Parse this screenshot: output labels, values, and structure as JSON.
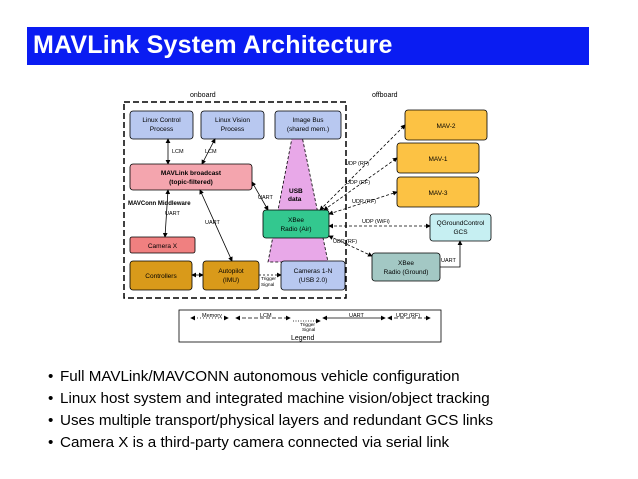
{
  "title": "MAVLink System Architecture",
  "colors": {
    "title_bar": "#0a1cf2",
    "process": "#b8c8f0",
    "broadcast": "#f4a5ae",
    "mav": "#fcc244",
    "xbee": "#33c88f",
    "gcs": "#c6eff2",
    "xbee_ground": "#a3c8c4",
    "camera_x": "#f08080",
    "controllers": "#d99a1a",
    "usb": "#e8a8e8"
  },
  "diagram": {
    "onboard_label": "onboard",
    "offboard_label": "offboard",
    "linux_control_l1": "Linux Control",
    "linux_control_l2": "Process",
    "linux_vision_l1": "Linux Vision",
    "linux_vision_l2": "Process",
    "image_bus_l1": "Image Bus",
    "image_bus_l2": "(shared mem.)",
    "lcm1": "LCM",
    "lcm2": "LCM",
    "broadcast_l1": "MAVLink broadcast",
    "broadcast_l2": "(topic-filtered)",
    "middleware": "MAVConn Middleware",
    "uart_a": "UART",
    "uart_b": "UART",
    "uart_c": "UART",
    "uart_d": "UART",
    "camera_x": "Camera X",
    "controllers": "Controllers",
    "autopilot_l1": "Autopilot",
    "autopilot_l2": "(IMU)",
    "trigger_l1": "Trigger",
    "trigger_l2": "Signal",
    "cameras_l1": "Cameras 1-N",
    "cameras_l2": "(USB 2.0)",
    "usb_l1": "USB",
    "usb_l2": "data",
    "xbee_air_l1": "XBee",
    "xbee_air_l2": "Radio (Air)",
    "mav2": "MAV-2",
    "mav1": "MAV-1",
    "mav3": "MAV-3",
    "udp_rf_1": "UDP (RF)",
    "udp_rf_2": "UDP (RF)",
    "udp_rf_3": "UDP (RF)",
    "udp_rf_4": "UDP (RF)",
    "udp_wifi": "UDP (WiFi)",
    "gcs_l1": "QGroundControl",
    "gcs_l2": "GCS",
    "xbee_ground_l1": "XBee",
    "xbee_ground_l2": "Radio (Ground)",
    "legend": {
      "memory": "Memory",
      "lcm": "LCM",
      "trigger_l1": "Trigger",
      "trigger_l2": "Signal",
      "uart": "UART",
      "udp_rf": "UDP (RF)",
      "title": "Legend"
    }
  },
  "bullets": [
    "Full MAVLink/MAVCONN autonomous vehicle configuration",
    "Linux host system and integrated machine vision/object tracking",
    "Uses multiple transport/physical layers and redundant GCS links",
    "Camera X is a third-party camera connected via serial link"
  ]
}
